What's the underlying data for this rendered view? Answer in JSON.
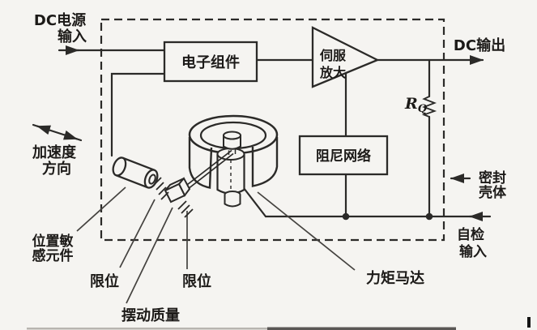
{
  "colors": {
    "background": "#f5f4f1",
    "line": "#2b2a28",
    "text": "#1c1a18"
  },
  "diagram": {
    "dc_power_input": {
      "line1": "DC电源",
      "line2": "输入"
    },
    "electronics_box": "电子组件",
    "servo_amplifier": {
      "line1": "伺服",
      "line2": "放大"
    },
    "dc_output": "DC输出",
    "load_resistor": {
      "symbol": "R",
      "subscript": "Q"
    },
    "damping_network_box": "阻尼网络",
    "sealed_housing": {
      "line1": "密封",
      "line2": "壳体"
    },
    "self_test_input": {
      "line1": "自检",
      "line2": "输入"
    },
    "acceleration_direction": {
      "line1": "加速度",
      "line2": "方向"
    },
    "position_sensor": {
      "line1": "位置敏",
      "line2": "感元件"
    },
    "limit_stop_left": "限位",
    "limit_stop_right": "限位",
    "pendulum_mass": "摆动质量",
    "torque_motor": "力矩马达"
  }
}
